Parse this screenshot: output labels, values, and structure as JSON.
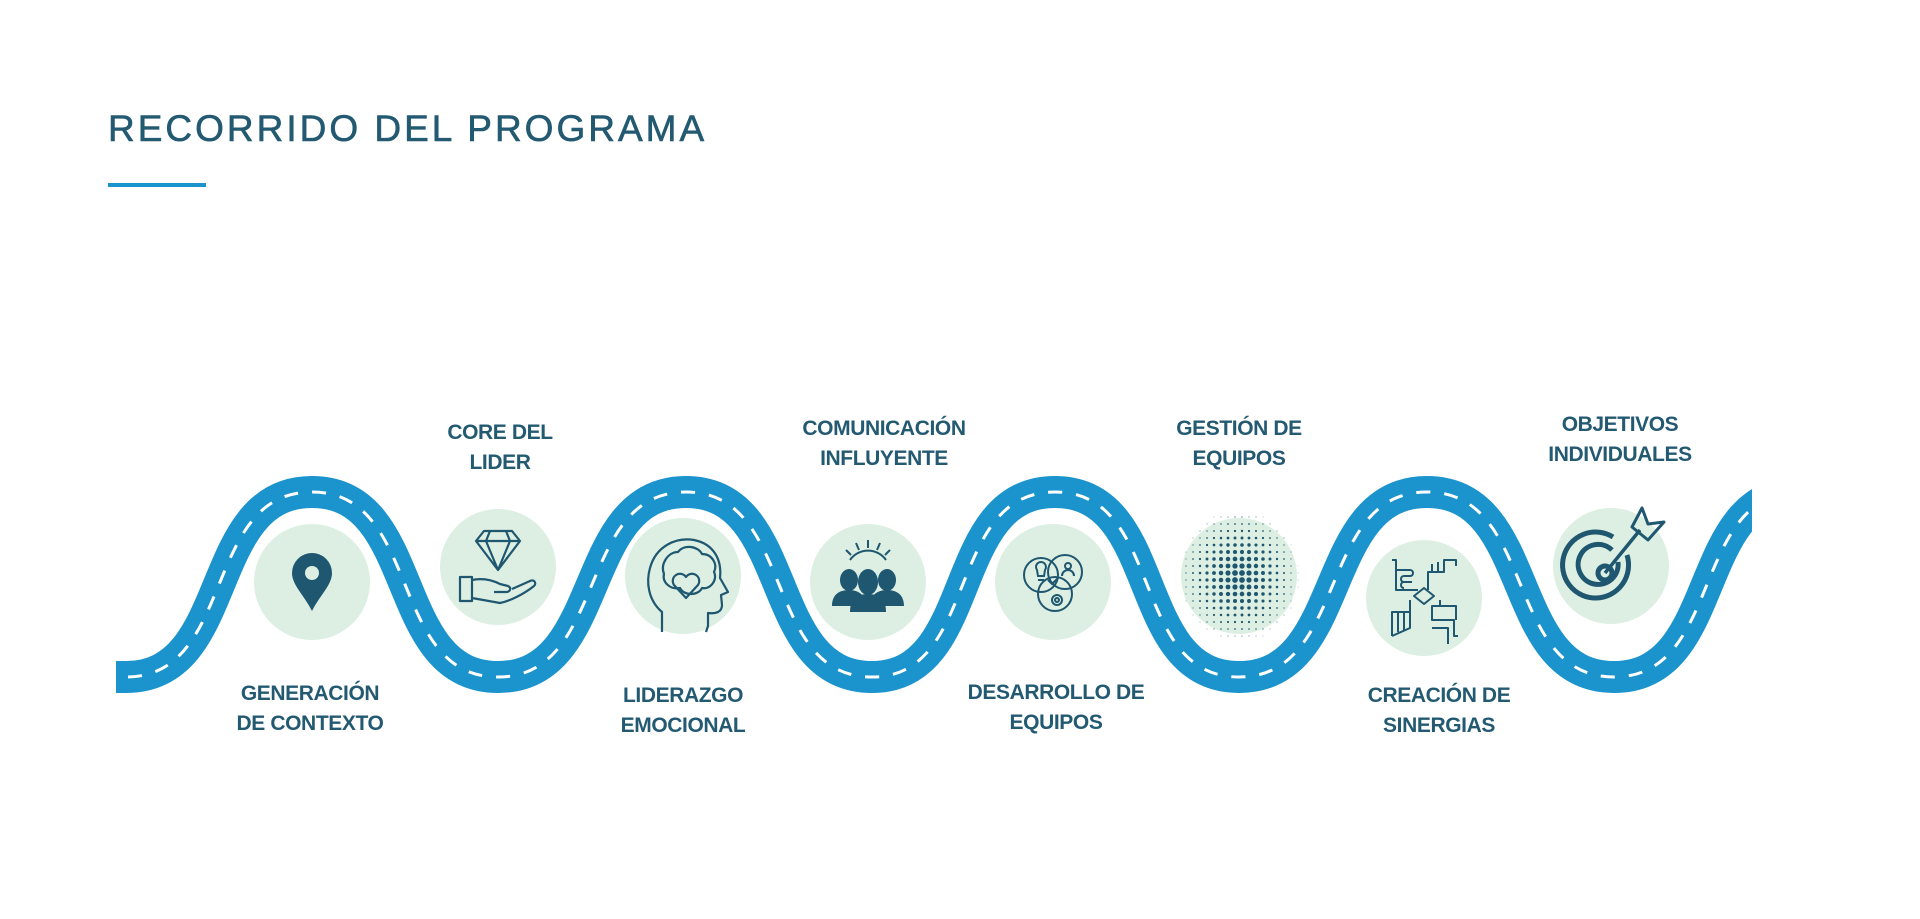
{
  "header": {
    "title": "RECORRIDO DEL PROGRAMA"
  },
  "colors": {
    "road": "#1b93cc",
    "circle": "#dcefe2",
    "icon": "#1f5670",
    "text": "#235a72"
  },
  "steps": [
    {
      "line1": "GENERACIÓN",
      "line2": "DE CONTEXTO",
      "icon": "map-pin-icon"
    },
    {
      "line1": "CORE DEL",
      "line2": "LIDER",
      "icon": "diamond-hand-icon"
    },
    {
      "line1": "LIDERAZGO",
      "line2": "EMOCIONAL",
      "icon": "head-heart-icon"
    },
    {
      "line1": "COMUNICACIÓN",
      "line2": "INFLUYENTE",
      "icon": "people-group-icon"
    },
    {
      "line1": "DESARROLLO DE",
      "line2": "EQUIPOS",
      "icon": "venn-diagram-icon"
    },
    {
      "line1": "GESTIÓN DE",
      "line2": "EQUIPOS",
      "icon": "halftone-dots-icon"
    },
    {
      "line1": "CREACIÓN DE",
      "line2": "SINERGIAS",
      "icon": "joined-hands-icon"
    },
    {
      "line1": "OBJETIVOS",
      "line2": "INDIVIDUALES",
      "icon": "target-arrow-icon"
    }
  ]
}
